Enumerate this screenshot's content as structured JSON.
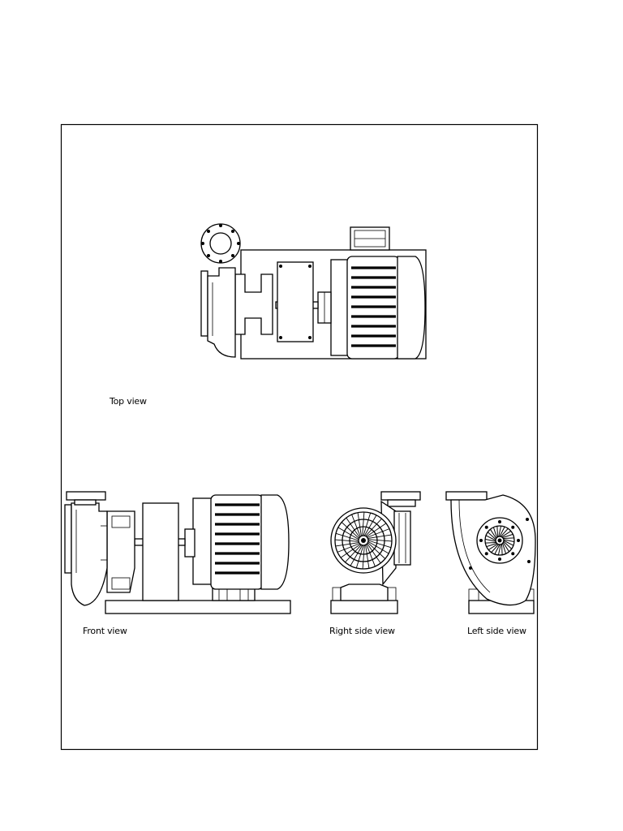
{
  "views": {
    "top": "Top view",
    "front": "Front view",
    "right_side": "Right side view",
    "left_side": "Left side view"
  }
}
